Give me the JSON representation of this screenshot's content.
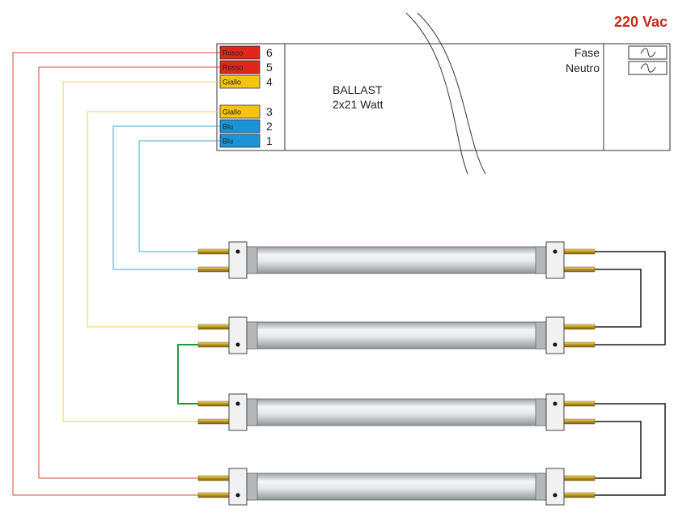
{
  "supply_voltage": "220 Vac",
  "ballast": {
    "line1": "BALLAST",
    "line2": "2x21 Watt"
  },
  "mains": {
    "phase": "Fase",
    "neutral": "Neutro",
    "symbol": "∿"
  },
  "terminals": [
    {
      "label": "Rosso",
      "num": "6",
      "color": "#e0261b"
    },
    {
      "label": "Rosso",
      "num": "5",
      "color": "#e0261b"
    },
    {
      "label": "Giallo",
      "num": "4",
      "color": "#f6c312"
    },
    {
      "label": "Giallo",
      "num": "3",
      "color": "#f6c312"
    },
    {
      "label": "Blu",
      "num": "2",
      "color": "#1a92d6"
    },
    {
      "label": "Blu",
      "num": "1",
      "color": "#1a92d6"
    }
  ],
  "wire_colors": {
    "red": "#d8483c",
    "yellow": "#f2cf55",
    "blue": "#3aa5d6",
    "green": "#1f9a3a",
    "black": "#1a1a1a"
  }
}
